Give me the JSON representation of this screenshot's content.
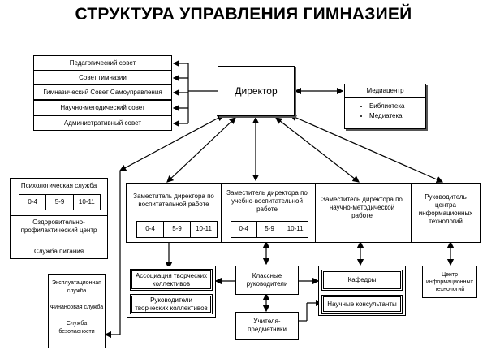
{
  "title": "СТРУКТУРА УПРАВЛЕНИЯ ГИМНАЗИЕЙ",
  "director": "Директор",
  "councils": [
    "Педагогический совет",
    "Совет гимназии",
    "Гимназический Совет Самоуправления",
    "Научно-методический совет",
    "Административный совет"
  ],
  "mediacenter": {
    "title": "Медиацентр",
    "items": [
      "Библиотека",
      "Медиатека"
    ]
  },
  "left_group": {
    "psych": "Психологическая служба",
    "grades": [
      "0-4",
      "5-9",
      "10-11"
    ],
    "health": "Оздоровительно-профилактический центр",
    "food": "Служба питания"
  },
  "services": [
    "Эксплуатационная служба",
    "Финансовая служба",
    "Служба безопасности"
  ],
  "deputies": {
    "upbringing": "Заместитель директора по воспитательной работе",
    "educational": "Заместитель директора по учебно-воспитательной работе",
    "methodical": "Заместитель директора по научно-методической работе",
    "it_head": "Руководитель центра информационных технологий",
    "grades_upbringing": [
      "0-4",
      "5-9",
      "10-11"
    ],
    "grades_educational": [
      "0-4",
      "5-9",
      "10-11"
    ]
  },
  "bottom": {
    "assoc": "Ассоциация творческих коллективов",
    "leaders": "Руководители творческих коллективов",
    "class_leaders": "Классные руководители",
    "teachers": "Учителя-предметники",
    "departments": "Кафедры",
    "consultants": "Научные консультанты",
    "it_center": "Центр информационных технологий"
  }
}
